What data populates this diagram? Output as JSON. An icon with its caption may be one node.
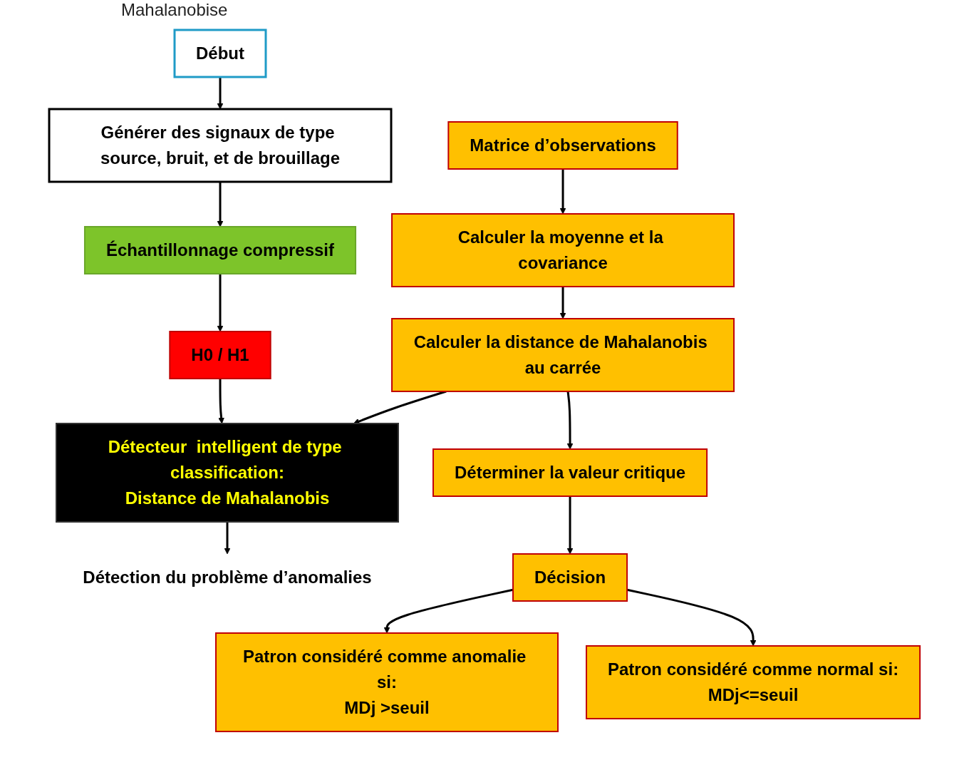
{
  "diagram": {
    "nodes": [
      {
        "text": [
          "Début"
        ]
      },
      {
        "text": [
          "Générer des signaux de type source, bruit, et de brouillage"
        ]
      },
      {
        "text": [
          "Échantillonnage compressif"
        ]
      },
      {
        "text": [
          "H0 / H1"
        ]
      },
      {
        "text": [
          "Détecteur  intelligent de type classification:",
          "Distance de Mahalanobis"
        ]
      },
      {
        "text": [
          "Détection du problème d’anomalies"
        ]
      },
      {
        "text": [
          "Matrice d’observations"
        ]
      },
      {
        "text": [
          "Calculer la moyenne et la covariance"
        ]
      },
      {
        "text": [
          "Calculer la distance de Mahalanobis au carrée"
        ]
      },
      {
        "text": [
          "Déterminer la valeur critique"
        ]
      },
      {
        "text": [
          "Décision"
        ]
      },
      {
        "text": [
          "Patron considéré comme anomalie si:",
          "MDj >seuil"
        ]
      },
      {
        "text": [
          "Patron considéré comme normal si:",
          "MDj<=seuil"
        ]
      }
    ],
    "edges": [
      {
        "from": 0,
        "to": 1,
        "arrow": "to"
      },
      {
        "from": 1,
        "to": 2,
        "arrow": "to"
      },
      {
        "from": 2,
        "to": 3,
        "arrow": "to"
      },
      {
        "from": 3,
        "to": 4,
        "arrow": "to"
      },
      {
        "from": 4,
        "to": 5,
        "arrow": "to"
      },
      {
        "from": 6,
        "to": 7,
        "arrow": "to"
      },
      {
        "from": 7,
        "to": 8,
        "arrow": "to"
      },
      {
        "from": 8,
        "to": 4,
        "arrow": "to"
      },
      {
        "from": 8,
        "to": 9,
        "arrow": "to"
      },
      {
        "from": 9,
        "to": 10,
        "arrow": "to"
      },
      {
        "from": 10,
        "to": 11,
        "arrow": "to"
      },
      {
        "from": 10,
        "to": 12,
        "arrow": "to"
      }
    ],
    "labels": [
      "Mahalanobise"
    ]
  }
}
